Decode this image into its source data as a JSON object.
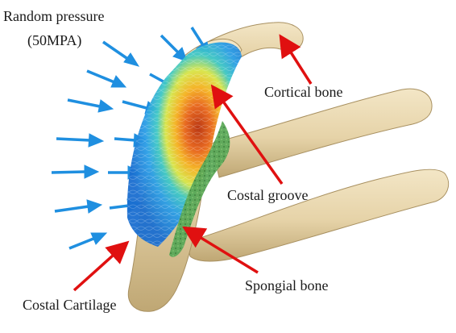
{
  "labels": {
    "pressure_line1": "Random pressure",
    "pressure_line2": "(50MPA)",
    "cortical": "Cortical bone",
    "costal_groove": "Costal groove",
    "spongial": "Spongial bone",
    "cartilage": "Costal Cartilage"
  },
  "colors": {
    "bone": "#e6d3a8",
    "bone_shadow": "#bca472",
    "pressure_arrow": "#1f8fe0",
    "pointer_arrow": "#e01010",
    "stress_low": "#1c78d8",
    "stress_mid": "#36c6c0",
    "stress_high": "#f0a020",
    "stress_peak": "#c83a10",
    "spongy": "#5aa858"
  }
}
